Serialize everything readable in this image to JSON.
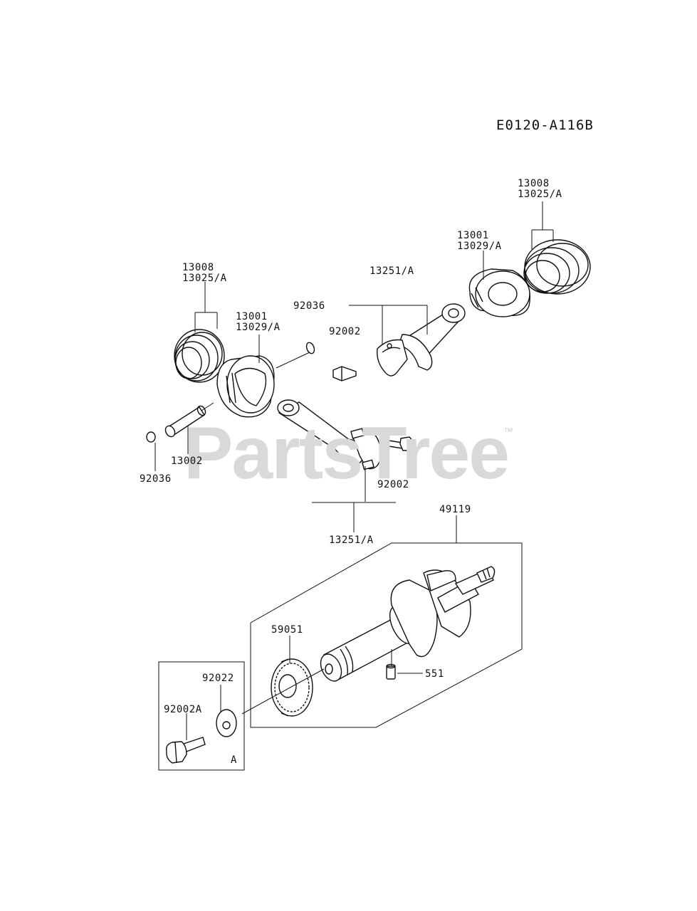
{
  "diagram": {
    "code": "E0120-A116B",
    "watermark": "PartsTree",
    "trademark": "™",
    "box_label": "A",
    "callouts": {
      "rings_left_1": "13008",
      "rings_left_2": "13025/A",
      "piston_left_1": "13001",
      "piston_left_2": "13029/A",
      "circlip_top": "92036",
      "bolt_top": "92002",
      "conrod_top": "13251/A",
      "piston_right_1": "13001",
      "piston_right_2": "13029/A",
      "rings_right_1": "13008",
      "rings_right_2": "13025/A",
      "pin": "13002",
      "circlip_left": "92036",
      "bolt_lower": "92002",
      "conrod_lower": "13251/A",
      "crankshaft": "49119",
      "gear": "59051",
      "key": "551",
      "washer": "92022",
      "bolt_gear": "92002A"
    }
  }
}
